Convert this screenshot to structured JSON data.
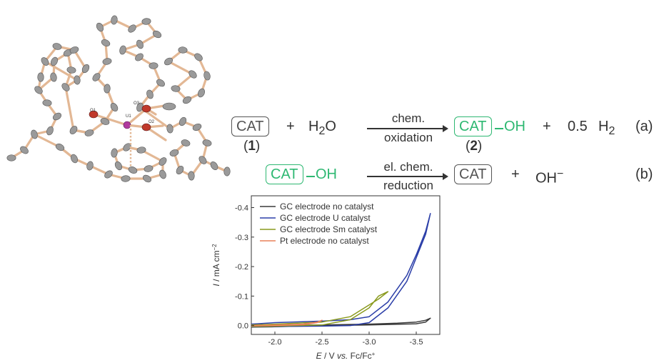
{
  "reactions": {
    "a": {
      "reactant_box": "CAT",
      "plus1": "+",
      "reagent": "H",
      "reagent_sub": "2",
      "reagent_tail": "O",
      "arrow_top": "chem.",
      "arrow_bottom": "oxidation",
      "product_box": "CAT",
      "product_tail": "OH",
      "plus2": "+",
      "coef": "0.5",
      "byproduct": "H",
      "byproduct_sub": "2",
      "label": "(a)",
      "cpd1": "1",
      "cpd2": "2"
    },
    "b": {
      "reactant_box": "CAT",
      "reactant_tail": "OH",
      "arrow_top": "el. chem.",
      "arrow_bottom": "reduction",
      "product_box": "CAT",
      "plus": "+",
      "byproduct": "OH",
      "byproduct_sup": "−",
      "label": "(b)"
    }
  },
  "structure": {
    "atom_labels": [
      "O1",
      "U1",
      "O3",
      "O2"
    ],
    "colors": {
      "bond": "#e3b895",
      "carbon": "#9a9a9a",
      "oxygen": "#c0392b",
      "uranium": "#b03a9e"
    }
  },
  "chart_data": {
    "type": "line",
    "xlabel": "E / V vs. Fc/Fc+",
    "xlabel_parts": {
      "var": "E",
      "unit": " / V ",
      "vs": "vs.",
      "ref": " Fc/Fc",
      "ref_sup": "+"
    },
    "ylabel": "I / mA cm-2",
    "ylabel_parts": {
      "var": "I",
      "unit": " / mA cm",
      "sup": "−2"
    },
    "x_ticks": [
      "-2.0",
      "-2.5",
      "-3.0",
      "-3.5"
    ],
    "y_ticks": [
      "0.0",
      "-0.1",
      "-0.2",
      "-0.3",
      "-0.4"
    ],
    "xlim": [
      -1.75,
      -3.75
    ],
    "ylim": [
      0.03,
      -0.44
    ],
    "grid": false,
    "legend_position": "top-left",
    "series": [
      {
        "name": "GC electrode no catalyst",
        "color": "#3a3a3a",
        "x": [
          -1.75,
          -2.0,
          -2.5,
          -3.0,
          -3.3,
          -3.5,
          -3.6,
          -3.65,
          -3.6,
          -3.5,
          -3.0,
          -2.5,
          -2.0,
          -1.75
        ],
        "y": [
          0.0,
          0.0,
          -0.002,
          -0.005,
          -0.008,
          -0.012,
          -0.018,
          -0.025,
          -0.012,
          -0.006,
          -0.002,
          0.0,
          0.004,
          0.005
        ]
      },
      {
        "name": "GC electrode U catalyst",
        "color": "#2b3ea8",
        "x": [
          -1.75,
          -2.0,
          -2.5,
          -2.8,
          -3.0,
          -3.2,
          -3.4,
          -3.5,
          -3.6,
          -3.65,
          -3.6,
          -3.5,
          -3.4,
          -3.2,
          -3.0,
          -2.8,
          -2.5,
          -2.0,
          -1.75
        ],
        "y": [
          -0.005,
          -0.01,
          -0.015,
          -0.02,
          -0.03,
          -0.08,
          -0.17,
          -0.24,
          -0.32,
          -0.38,
          -0.31,
          -0.23,
          -0.15,
          -0.06,
          -0.01,
          0.0,
          0.002,
          0.003,
          0.004
        ]
      },
      {
        "name": "GC electrode Sm catalyst",
        "color": "#8a9a1e",
        "x": [
          -1.75,
          -2.0,
          -2.5,
          -2.8,
          -3.0,
          -3.1,
          -3.2,
          -3.1,
          -3.0,
          -2.8,
          -2.5,
          -2.0,
          -1.75
        ],
        "y": [
          -0.002,
          -0.005,
          -0.012,
          -0.03,
          -0.07,
          -0.09,
          -0.115,
          -0.1,
          -0.06,
          -0.02,
          -0.002,
          0.002,
          0.003
        ]
      },
      {
        "name": "Pt electrode no catalyst",
        "color": "#e9805a",
        "x": [
          -1.75,
          -2.0,
          -2.3,
          -2.45,
          -2.5,
          -2.45,
          -2.3,
          -2.0,
          -1.75
        ],
        "y": [
          0.0,
          -0.002,
          -0.005,
          -0.012,
          -0.018,
          -0.01,
          -0.003,
          0.0,
          0.001
        ]
      }
    ]
  }
}
